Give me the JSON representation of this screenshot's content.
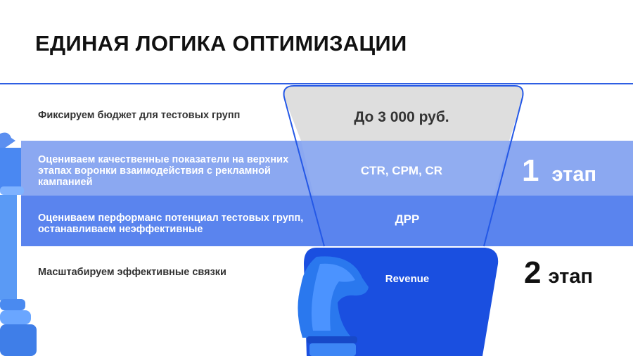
{
  "title": "ЕДИНАЯ ЛОГИКА ОПТИМИЗАЦИИ",
  "rows": [
    {
      "label": "Фиксируем бюджет для тестовых групп",
      "metric": "До 3 000 руб."
    },
    {
      "label": "Оцениваем качественные показатели на верхних этапах воронки взаимодействия с рекламной кампанией",
      "metric": "CTR, CPM, CR"
    },
    {
      "label": "Оцениваем перформанс потенциал тестовых групп, останавливаем неэффективные",
      "metric": "ДРР"
    },
    {
      "label": "Масштабируем эффективные связки",
      "metric": "Revenue"
    }
  ],
  "stages": [
    {
      "number": "1",
      "word": "этап"
    },
    {
      "number": "2",
      "word": "этап"
    }
  ],
  "colors": {
    "accent": "#2f5fe3",
    "row2": "#8ba8f1",
    "row3": "#5a84ee",
    "funnel_bottom": "#1a4fe0",
    "funnel_top": "#dedede"
  }
}
